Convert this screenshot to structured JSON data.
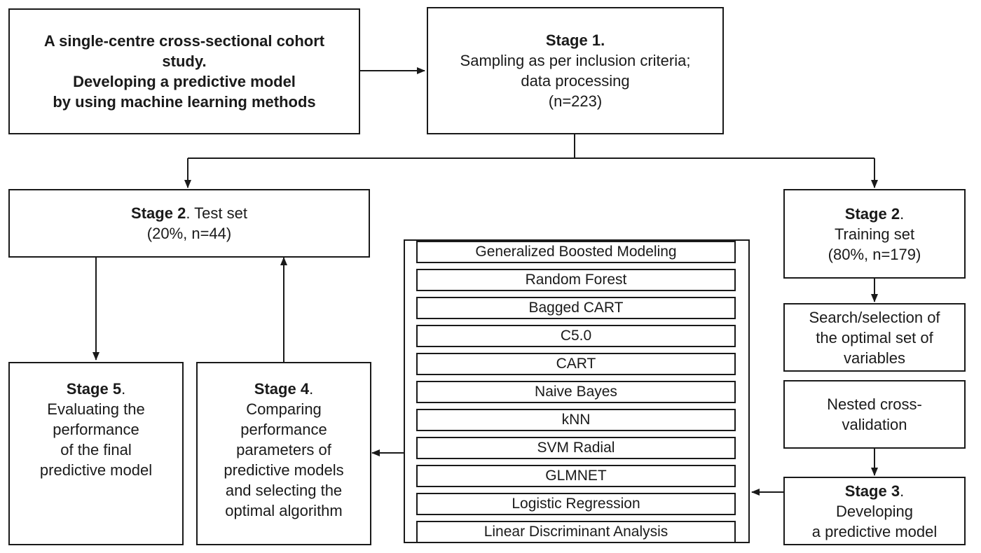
{
  "study_box": {
    "lines": [
      "A single-centre cross-sectional cohort",
      "study.",
      "Developing a predictive model",
      "by using machine learning methods"
    ]
  },
  "stage1": {
    "title": "Stage 1.",
    "lines": [
      "Sampling as per inclusion criteria;",
      "data processing",
      "(n=223)"
    ]
  },
  "stage2_test": {
    "title": "Stage 2",
    "title_suffix": ". Test set",
    "detail": "(20%, n=44)"
  },
  "stage2_train": {
    "title": "Stage 2",
    "title_suffix": ".",
    "lines": [
      "Training set",
      "(80%, n=179)"
    ]
  },
  "search_box": {
    "lines": [
      "Search/selection of",
      "the optimal set of",
      "variables"
    ]
  },
  "nested_box": {
    "lines": [
      "Nested cross-",
      "validation"
    ]
  },
  "stage3": {
    "title": "Stage 3",
    "title_suffix": ".",
    "lines": [
      "Developing",
      "a predictive model"
    ]
  },
  "stage4": {
    "title": "Stage 4",
    "title_suffix": ".",
    "lines": [
      "Comparing",
      "performance",
      "parameters of",
      "predictive models",
      "and selecting the",
      "optimal algorithm"
    ]
  },
  "stage5": {
    "title": "Stage 5",
    "title_suffix": ".",
    "lines": [
      "Evaluating the",
      "performance",
      "of the final",
      "predictive model"
    ]
  },
  "algorithms": [
    "Generalized Boosted Modeling",
    "Random Forest",
    "Bagged CART",
    "C5.0",
    "CART",
    "Naive Bayes",
    "kNN",
    "SVM Radial",
    "GLMNET",
    "Logistic Regression",
    "Linear Discriminant Analysis"
  ]
}
